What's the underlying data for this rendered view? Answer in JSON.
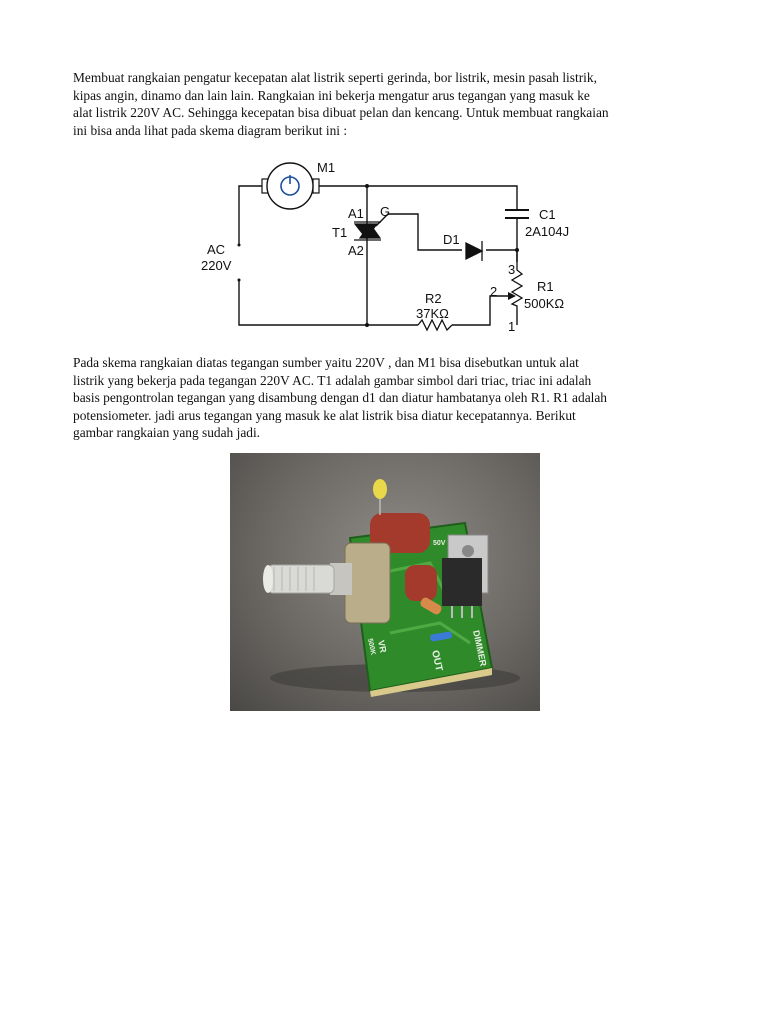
{
  "paragraph1": [
    "Membuat rangkaian pengatur kecepatan alat listrik seperti gerinda, bor listrik, mesin pasah listrik,",
    "kipas angin, dinamo dan lain lain. Rangkaian ini bekerja mengatur arus tegangan yang masuk ke",
    "alat listrik 220V AC. Sehingga kecepatan bisa dibuat pelan dan kencang. Untuk membuat rangkaian",
    "ini bisa anda lihat pada skema diagram berikut ini :"
  ],
  "schematic": {
    "motor_label": "M1",
    "source_label": "AC",
    "source_voltage": "220V",
    "triac_a1": "A1",
    "triac_gate": "G",
    "triac_name": "T1",
    "triac_a2": "A2",
    "diode_name": "D1",
    "cap_name": "C1",
    "cap_value": "2A104J",
    "pot_name": "R1",
    "pot_value": "500KΩ",
    "pot_pin1": "1",
    "pot_pin2": "2",
    "pot_pin3": "3",
    "resistor_name": "R2",
    "resistor_value": "37KΩ"
  },
  "paragraph2": [
    "Pada skema rangkaian diatas tegangan sumber yaitu 220V , dan M1 bisa disebutkan untuk alat",
    "listrik yang bekerja pada tegangan 220V AC. T1 adalah gambar simbol dari triac, triac ini adalah",
    "basis pengontrolan tegangan yang disambung dengan d1 dan diatur hambatanya oleh R1. R1 adalah",
    "potensiometer. jadi arus tegangan yang masuk ke alat listrik bisa diatur kecepatannya. Berikut",
    "gambar rangkaian yang sudah jadi."
  ],
  "photo": {
    "pcb_label_dimmer": "DIMMER",
    "pcb_label_out": "OUT",
    "pcb_label_vr": "VR",
    "pcb_label_500k": "500K",
    "pcb_label_50v": "50V",
    "colors": {
      "background": "#6c6965",
      "pcb": "#2f8a2a",
      "capacitor": "#a33a2c",
      "triac": "#2a2a2a",
      "knob": "#d9d9d6",
      "led": "#e8d84a"
    }
  }
}
